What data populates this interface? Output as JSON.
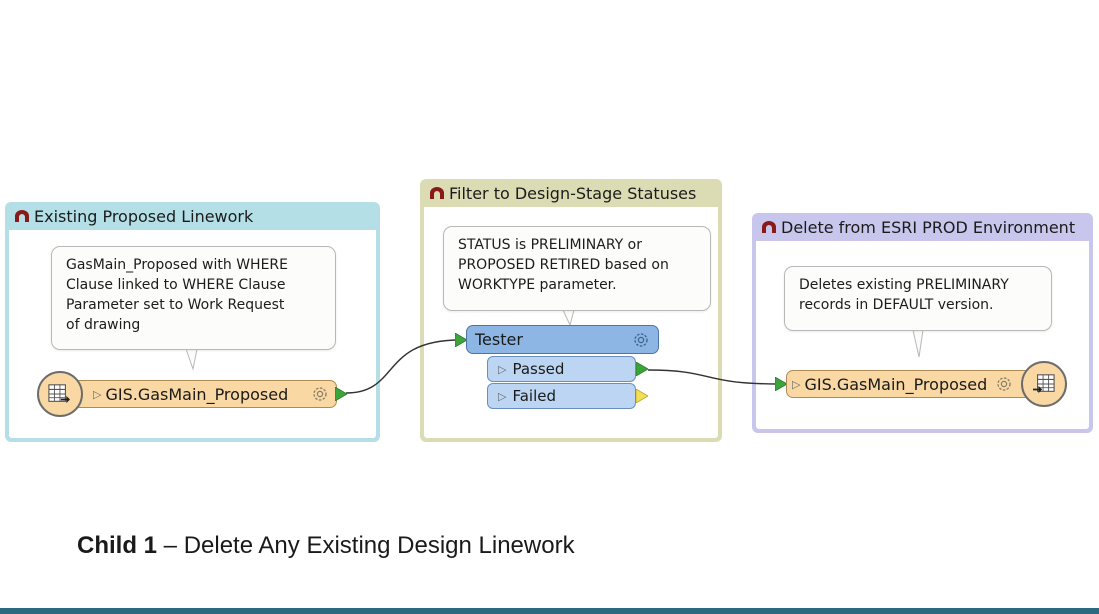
{
  "bookmarks": [
    {
      "title": "Existing Proposed Linework",
      "note_lines": [
        "GasMain_Proposed with WHERE",
        "Clause linked to WHERE Clause",
        "Parameter set to Work Request",
        "of drawing"
      ],
      "feature_label": "GIS.GasMain_Proposed",
      "header_color": "#b4dfe7"
    },
    {
      "title": "Filter to Design-Stage Statuses",
      "note_lines": [
        "STATUS is PRELIMINARY or",
        "PROPOSED RETIRED based on",
        "WORKTYPE parameter."
      ],
      "transformer": "Tester",
      "ports": [
        "Passed",
        "Failed"
      ],
      "header_color": "#dcdcb4"
    },
    {
      "title": "Delete from ESRI PROD Environment",
      "note_lines": [
        "Deletes existing PRELIMINARY",
        "records in DEFAULT version."
      ],
      "feature_label": "GIS.GasMain_Proposed",
      "header_color": "#c8c6ec"
    }
  ],
  "caption": {
    "bold": "Child 1",
    "rest": " – Delete Any Existing Design Linework"
  },
  "colors": {
    "feature_fill": "#f9d8a4",
    "transformer_fill": "#8eb6e4",
    "port_fill": "#bcd5f2",
    "connector_green": "#3aa63a",
    "connector_yellow": "#f2df56"
  }
}
